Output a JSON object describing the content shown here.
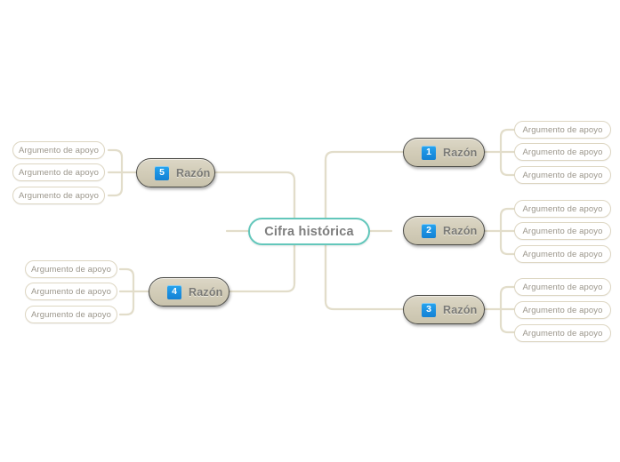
{
  "diagram": {
    "type": "mind-map",
    "title": "Cifra histórica",
    "central": {
      "label": "Cifra histórica",
      "border_color": "#63c7bb",
      "text_color": "#7d7d7d"
    },
    "style": {
      "connector_color": "#e0dbc8",
      "node_fill": "#d6d0bc",
      "node_border": "#4a4a46",
      "badge_color": "#1b8fe0",
      "leaf_border": "#ddd6c2",
      "leaf_text": "#9b968b",
      "background": "#ffffff"
    },
    "branches": [
      {
        "id": "reason-1",
        "number": "1",
        "label": "Razón",
        "side": "right",
        "children": [
          {
            "label": "Argumento de apoyo"
          },
          {
            "label": "Argumento de apoyo"
          },
          {
            "label": "Argumento de apoyo"
          }
        ]
      },
      {
        "id": "reason-2",
        "number": "2",
        "label": "Razón",
        "side": "right",
        "children": [
          {
            "label": "Argumento de apoyo"
          },
          {
            "label": "Argumento de apoyo"
          },
          {
            "label": "Argumento de apoyo"
          }
        ]
      },
      {
        "id": "reason-3",
        "number": "3",
        "label": "Razón",
        "side": "right",
        "children": [
          {
            "label": "Argumento de apoyo"
          },
          {
            "label": "Argumento de apoyo"
          },
          {
            "label": "Argumento de apoyo"
          }
        ]
      },
      {
        "id": "reason-4",
        "number": "4",
        "label": "Razón",
        "side": "left",
        "children": [
          {
            "label": "Argumento de apoyo"
          },
          {
            "label": "Argumento de apoyo"
          },
          {
            "label": "Argumento de apoyo"
          }
        ]
      },
      {
        "id": "reason-5",
        "number": "5",
        "label": "Razón",
        "side": "left",
        "children": [
          {
            "label": "Argumento de apoyo"
          },
          {
            "label": "Argumento de apoyo"
          },
          {
            "label": "Argumento de apoyo"
          }
        ]
      }
    ]
  }
}
